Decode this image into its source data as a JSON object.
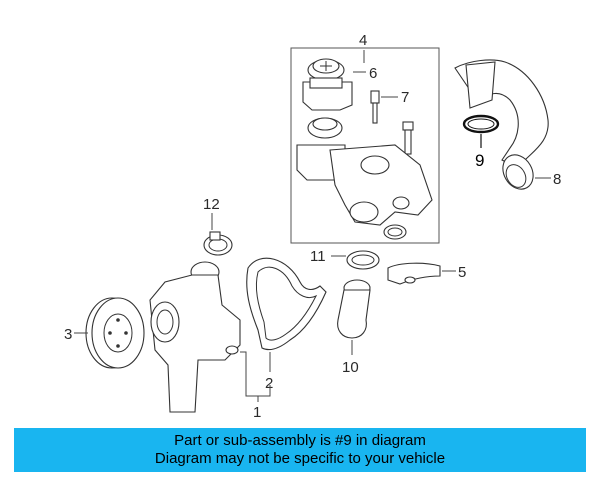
{
  "diagram": {
    "callouts": {
      "c1": "1",
      "c2": "2",
      "c3": "3",
      "c4": "4",
      "c5": "5",
      "c6": "6",
      "c7": "7",
      "c8": "8",
      "c9": "9",
      "c10": "10",
      "c11": "11",
      "c12": "12"
    },
    "highlighted_part": "9",
    "colors": {
      "banner": "#19b5f0",
      "line_art": "#333333"
    }
  },
  "banner": {
    "line1": "Part or sub-assembly is #9 in diagram",
    "line2": "Diagram may not be specific to your vehicle"
  }
}
